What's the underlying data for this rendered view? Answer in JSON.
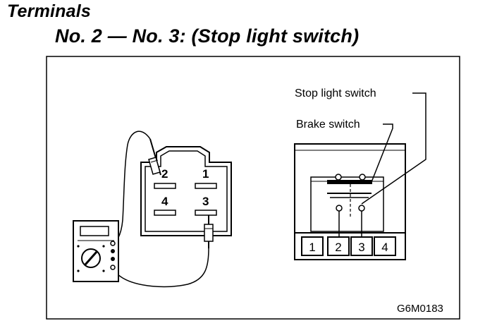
{
  "title": {
    "line1": "Terminals",
    "line2": "No. 2 — No. 3: (Stop light switch)"
  },
  "diagram": {
    "labels": {
      "stop_light_switch": "Stop light switch",
      "brake_switch": "Brake switch"
    },
    "connector_pins": [
      "1",
      "2",
      "3",
      "4"
    ],
    "terminal_block": [
      "1",
      "2",
      "3",
      "4"
    ],
    "code": "G6M0183"
  }
}
